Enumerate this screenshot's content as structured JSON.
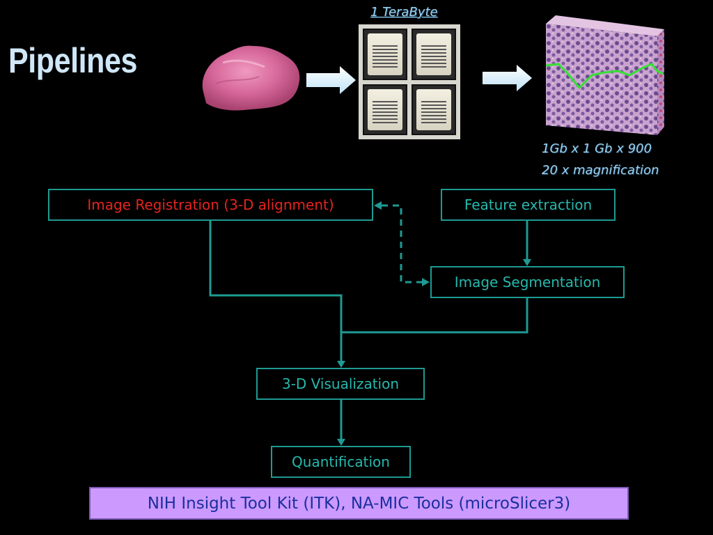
{
  "title": "Pipelines",
  "top_row": {
    "storage_label": "1 TeraByte",
    "resolution": "1Gb x 1 Gb x 900",
    "magnification": "20 x magnification"
  },
  "pipeline": {
    "registration": "Image Registration (3-D alignment)",
    "feature_extraction": "Feature extraction",
    "segmentation": "Image Segmentation",
    "visualization": "3-D Visualization",
    "quantification": "Quantification"
  },
  "tools_banner": "NIH Insight Tool Kit (ITK), NA-MIC Tools (microSlicer3)",
  "colors": {
    "background": "#000000",
    "box_border": "#1e9a93",
    "box_text": "#27b8ad",
    "highlight_text": "#e6241e",
    "title": "#cfe6f7",
    "banner_bg": "#cc99ff",
    "banner_text": "#1a2f9e"
  }
}
